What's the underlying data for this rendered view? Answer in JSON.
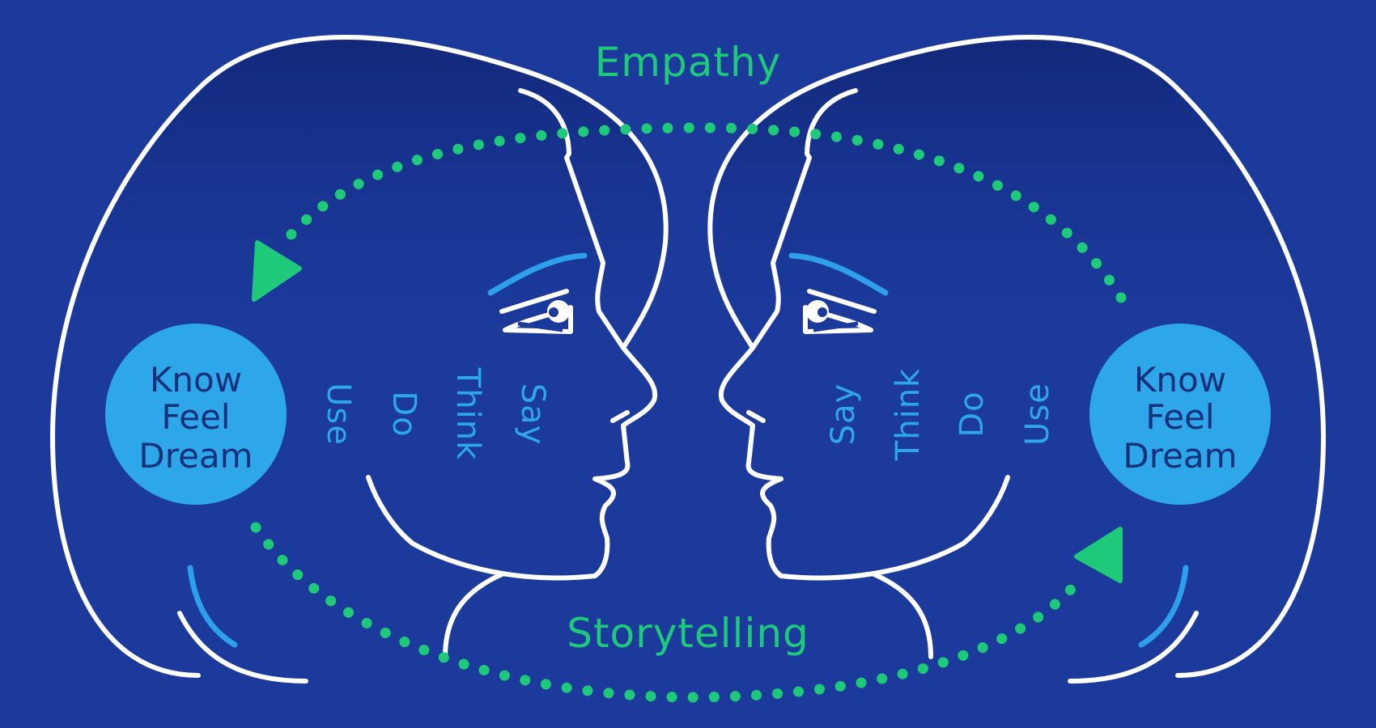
{
  "labels": {
    "top": "Empathy",
    "bottom": "Storytelling"
  },
  "left_person": {
    "circle_lines": [
      "Know",
      "Feel",
      "Dream"
    ],
    "words": [
      "Say",
      "Think",
      "Do",
      "Use"
    ]
  },
  "right_person": {
    "circle_lines": [
      "Know",
      "Feel",
      "Dream"
    ],
    "words": [
      "Say",
      "Think",
      "Do",
      "Use"
    ]
  },
  "colors": {
    "background": "#1b3a9c",
    "accent_green": "#1fc97a",
    "accent_blue": "#2ea6ea",
    "line": "#ffffff"
  }
}
